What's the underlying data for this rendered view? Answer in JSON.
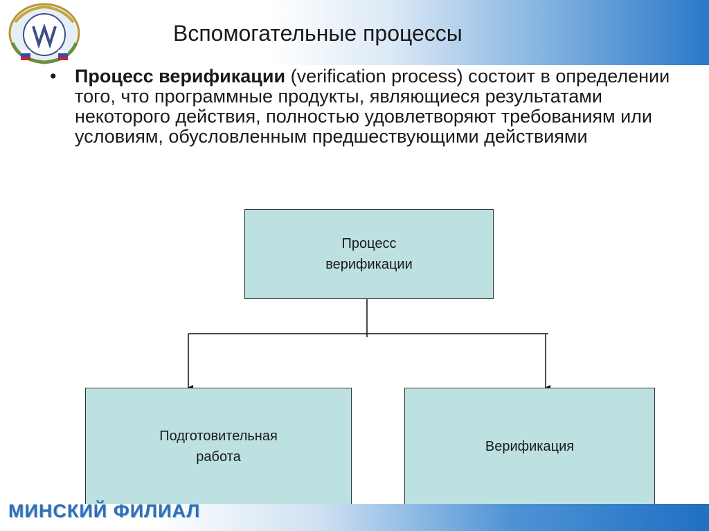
{
  "slide": {
    "title": "Вспомогательные процессы",
    "bullet": {
      "marker": "•",
      "term": "Процесс верификации",
      "text": " (verification process) состоит в определении того, что программные продукты, являющиеся результатами некоторого действия, полностью удовлетворяют требованиям или условиям, обусловленным предшествующими действиями"
    },
    "diagram": {
      "root": {
        "line1": "Процесс",
        "line2": "верификации"
      },
      "children": [
        {
          "line1": "Подготовительная",
          "line2": "работа"
        },
        {
          "line1": "Верификация",
          "line2": ""
        }
      ]
    },
    "footer": "МИНСКИЙ ФИЛИАЛ"
  },
  "colors": {
    "box_fill": "#bde0e0",
    "header_gradient_end": "#2a78c8",
    "footer_text": "#2e6fb8"
  }
}
